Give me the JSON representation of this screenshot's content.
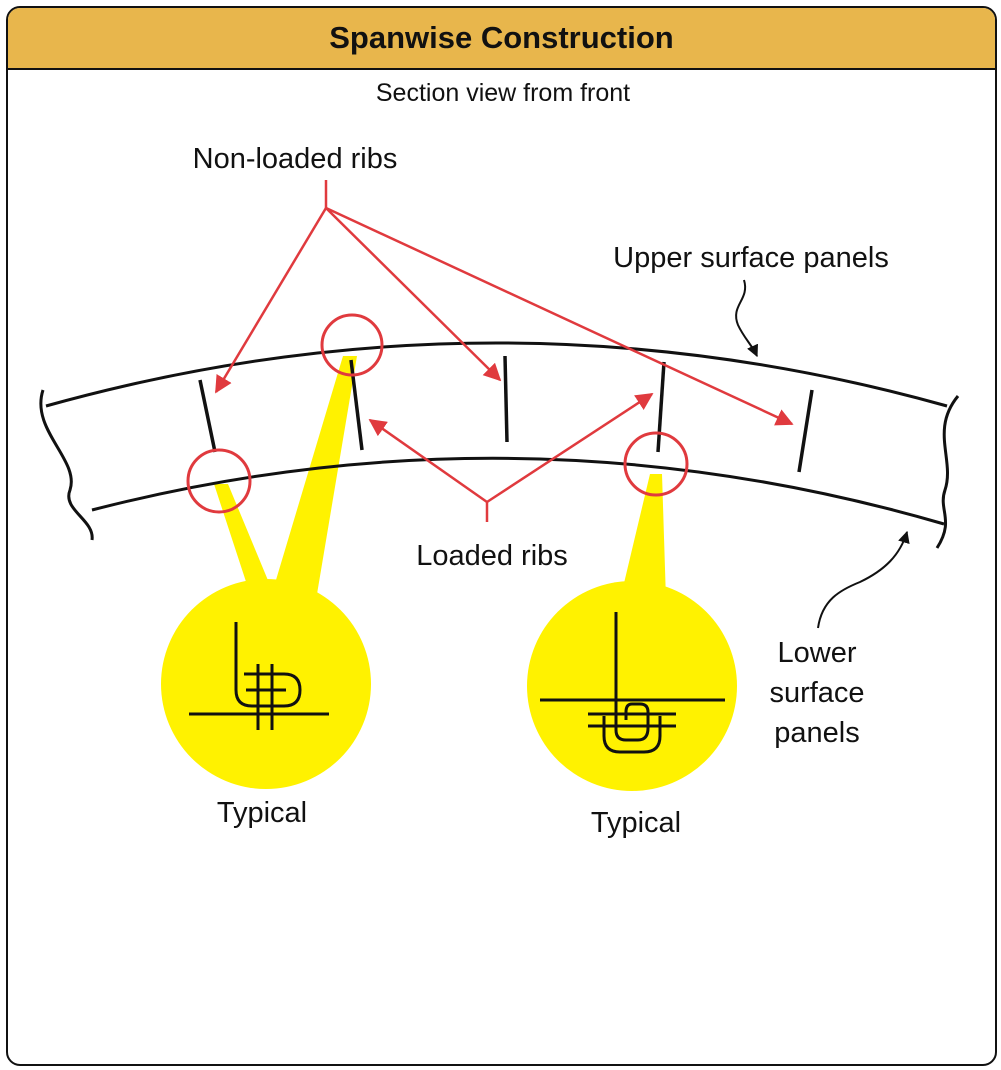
{
  "title": "Spanwise Construction",
  "subtitle": "Section view from front",
  "labels": {
    "non_loaded_ribs": "Non-loaded ribs",
    "loaded_ribs": "Loaded ribs",
    "upper_surface": "Upper surface panels",
    "lower_surface_line1": "Lower",
    "lower_surface_line2": "surface",
    "lower_surface_line3": "panels",
    "typical_left": "Typical",
    "typical_right": "Typical"
  },
  "colors": {
    "header": "#E8B64C",
    "callout_red": "#E03A3E",
    "detail_yellow": "#FFF200",
    "line": "#111111"
  }
}
